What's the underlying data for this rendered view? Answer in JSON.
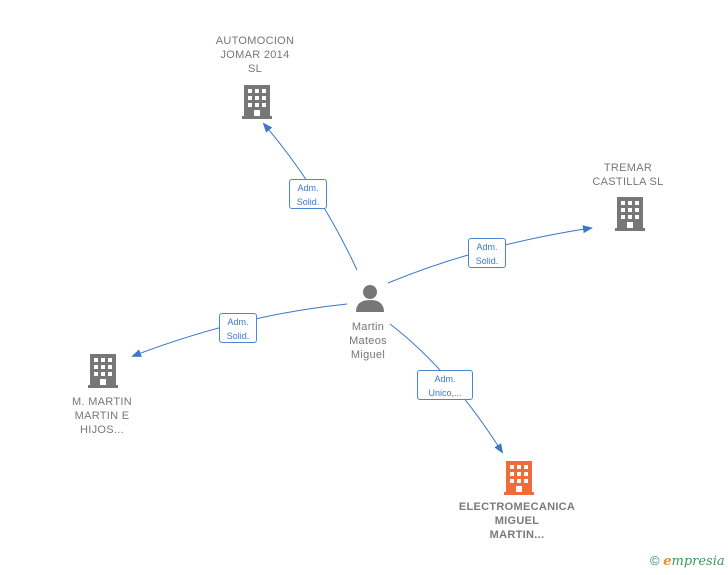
{
  "center": {
    "name": "Martin\nMateos\nMiguel",
    "icon": "person-icon"
  },
  "companies": [
    {
      "key": "automocion",
      "name": "AUTOMOCION\nJOMAR 2014\nSL",
      "icon": "building-icon",
      "color": "#777777"
    },
    {
      "key": "tremar",
      "name": "TREMAR\nCASTILLA  SL",
      "icon": "building-icon",
      "color": "#777777"
    },
    {
      "key": "mmartin",
      "name": "M.  MARTIN\nMARTIN E\nHIJOS...",
      "icon": "building-icon",
      "color": "#777777"
    },
    {
      "key": "electromecanica",
      "name": "ELECTROMECANICA\nMIGUEL\nMARTIN...",
      "icon": "building-icon",
      "color": "#f26b3a"
    }
  ],
  "relations": [
    {
      "to": "automocion",
      "line1": "Adm.",
      "line2": "Solid."
    },
    {
      "to": "tremar",
      "line1": "Adm.",
      "line2": "Solid."
    },
    {
      "to": "mmartin",
      "line1": "Adm.",
      "line2": "Solid."
    },
    {
      "to": "electromecanica",
      "line1": "Adm.",
      "line2": "Unico,..."
    }
  ],
  "colors": {
    "edge": "#3b78c9",
    "node": "#777777",
    "highlight": "#f26b3a"
  },
  "footer": {
    "copyright": "©",
    "brand_e": "e",
    "brand_rest": "mpresia"
  }
}
